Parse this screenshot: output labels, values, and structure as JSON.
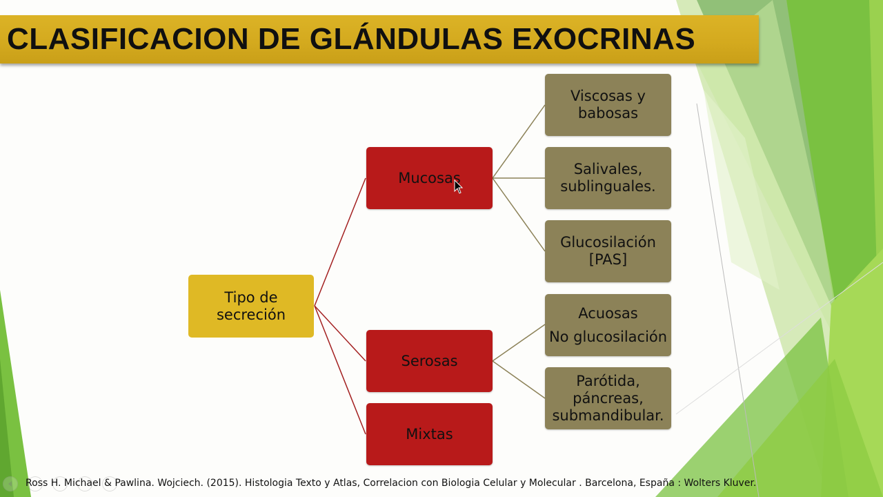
{
  "slide": {
    "title": "CLASIFICACION DE GLÁNDULAS EXOCRINAS",
    "citation": "Ross H. Michael & Pawlina. Wojciech. (2015). Histologia Texto y Atlas, Correlacion con Biologia Celular y Molecular . Barcelona, España : Wolters Kluver."
  },
  "diagram": {
    "root": "Tipo de\nsecreción",
    "categories": [
      "Mucosas",
      "Serosas",
      "Mixtas"
    ],
    "mucosas_children": [
      "Viscosas y\nbabosas",
      "Salivales,\nsublinguales.",
      "Glucosilación\n[PAS]"
    ],
    "serosas_children": [
      "Acuosas\nNo glucosilación",
      "Parótida,\npáncreas,\nsubmandibular."
    ]
  },
  "colors": {
    "title_bar": "#d3a91e",
    "root_box": "#dfb925",
    "category_box": "#b81a1a",
    "leaf_box": "#8c8258",
    "red_connector": "#a32020",
    "olive_connector": "#8c8258",
    "green_decor": "#7dc43a"
  }
}
